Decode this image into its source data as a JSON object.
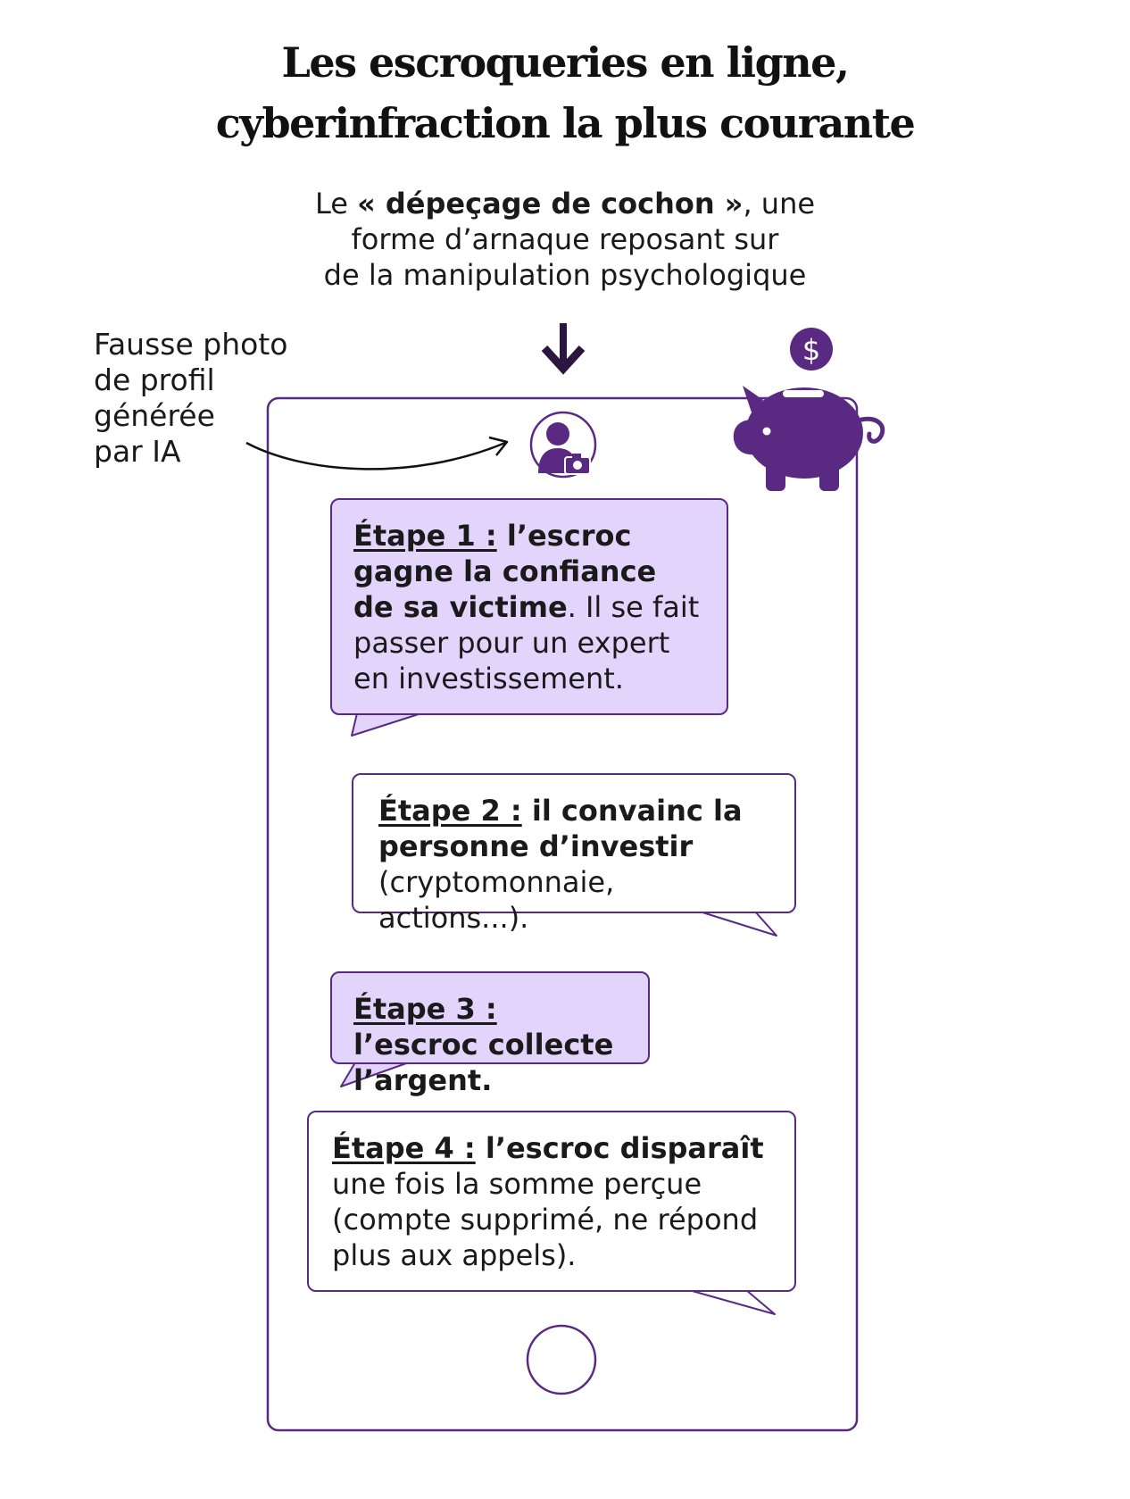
{
  "title": {
    "line1": "Les escroqueries en ligne,",
    "line2": "cyberinfraction la plus courante"
  },
  "subtitle": {
    "line1_prefix": "Le ",
    "line1_bold": "« dépeçage de cochon »",
    "line1_suffix": ", une",
    "line2": "forme d’arnaque reposant sur",
    "line3": "de la manipulation psychologique"
  },
  "annotation": {
    "line1": "Fausse photo",
    "line2": "de profil",
    "line3": "générée",
    "line4": "par IA"
  },
  "icons": {
    "arrow": "arrow-down-icon",
    "coin": "dollar-coin-icon",
    "piggy": "piggy-bank-icon",
    "avatar": "profile-photo-icon",
    "home": "home-button-icon",
    "coin_symbol": "$"
  },
  "colors": {
    "purple": "#5a2a82",
    "bubble_fill": "#e2d4fb",
    "arrow": "#2c1640"
  },
  "steps": [
    {
      "label": "Étape 1 :",
      "bold": " l’escroc gagne la confiance de sa victime",
      "text": ". Il se fait passer pour un expert en investissement."
    },
    {
      "label": "Étape 2 :",
      "bold": " il convainc la personne d’investir",
      "text": " (cryptomonnaie, actions...)."
    },
    {
      "label": "Étape 3 :",
      "bold": " l’escroc collecte l’argent.",
      "text": ""
    },
    {
      "label": "Étape 4 :",
      "bold": " l’escroc disparaît",
      "text": " une fois la somme perçue (compte supprimé, ne répond plus aux appels)."
    }
  ]
}
